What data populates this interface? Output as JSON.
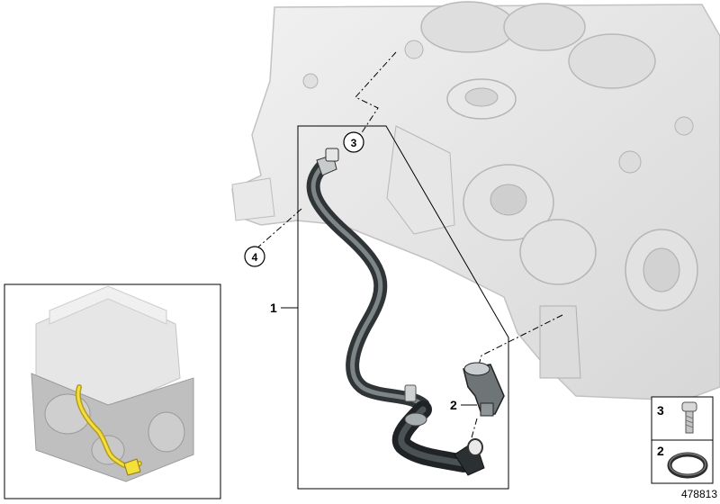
{
  "callouts": {
    "c1": "1",
    "c2": "2",
    "c3": "3",
    "c4": "4"
  },
  "legend": {
    "item3": "3",
    "item2": "2"
  },
  "part_number": "478813"
}
